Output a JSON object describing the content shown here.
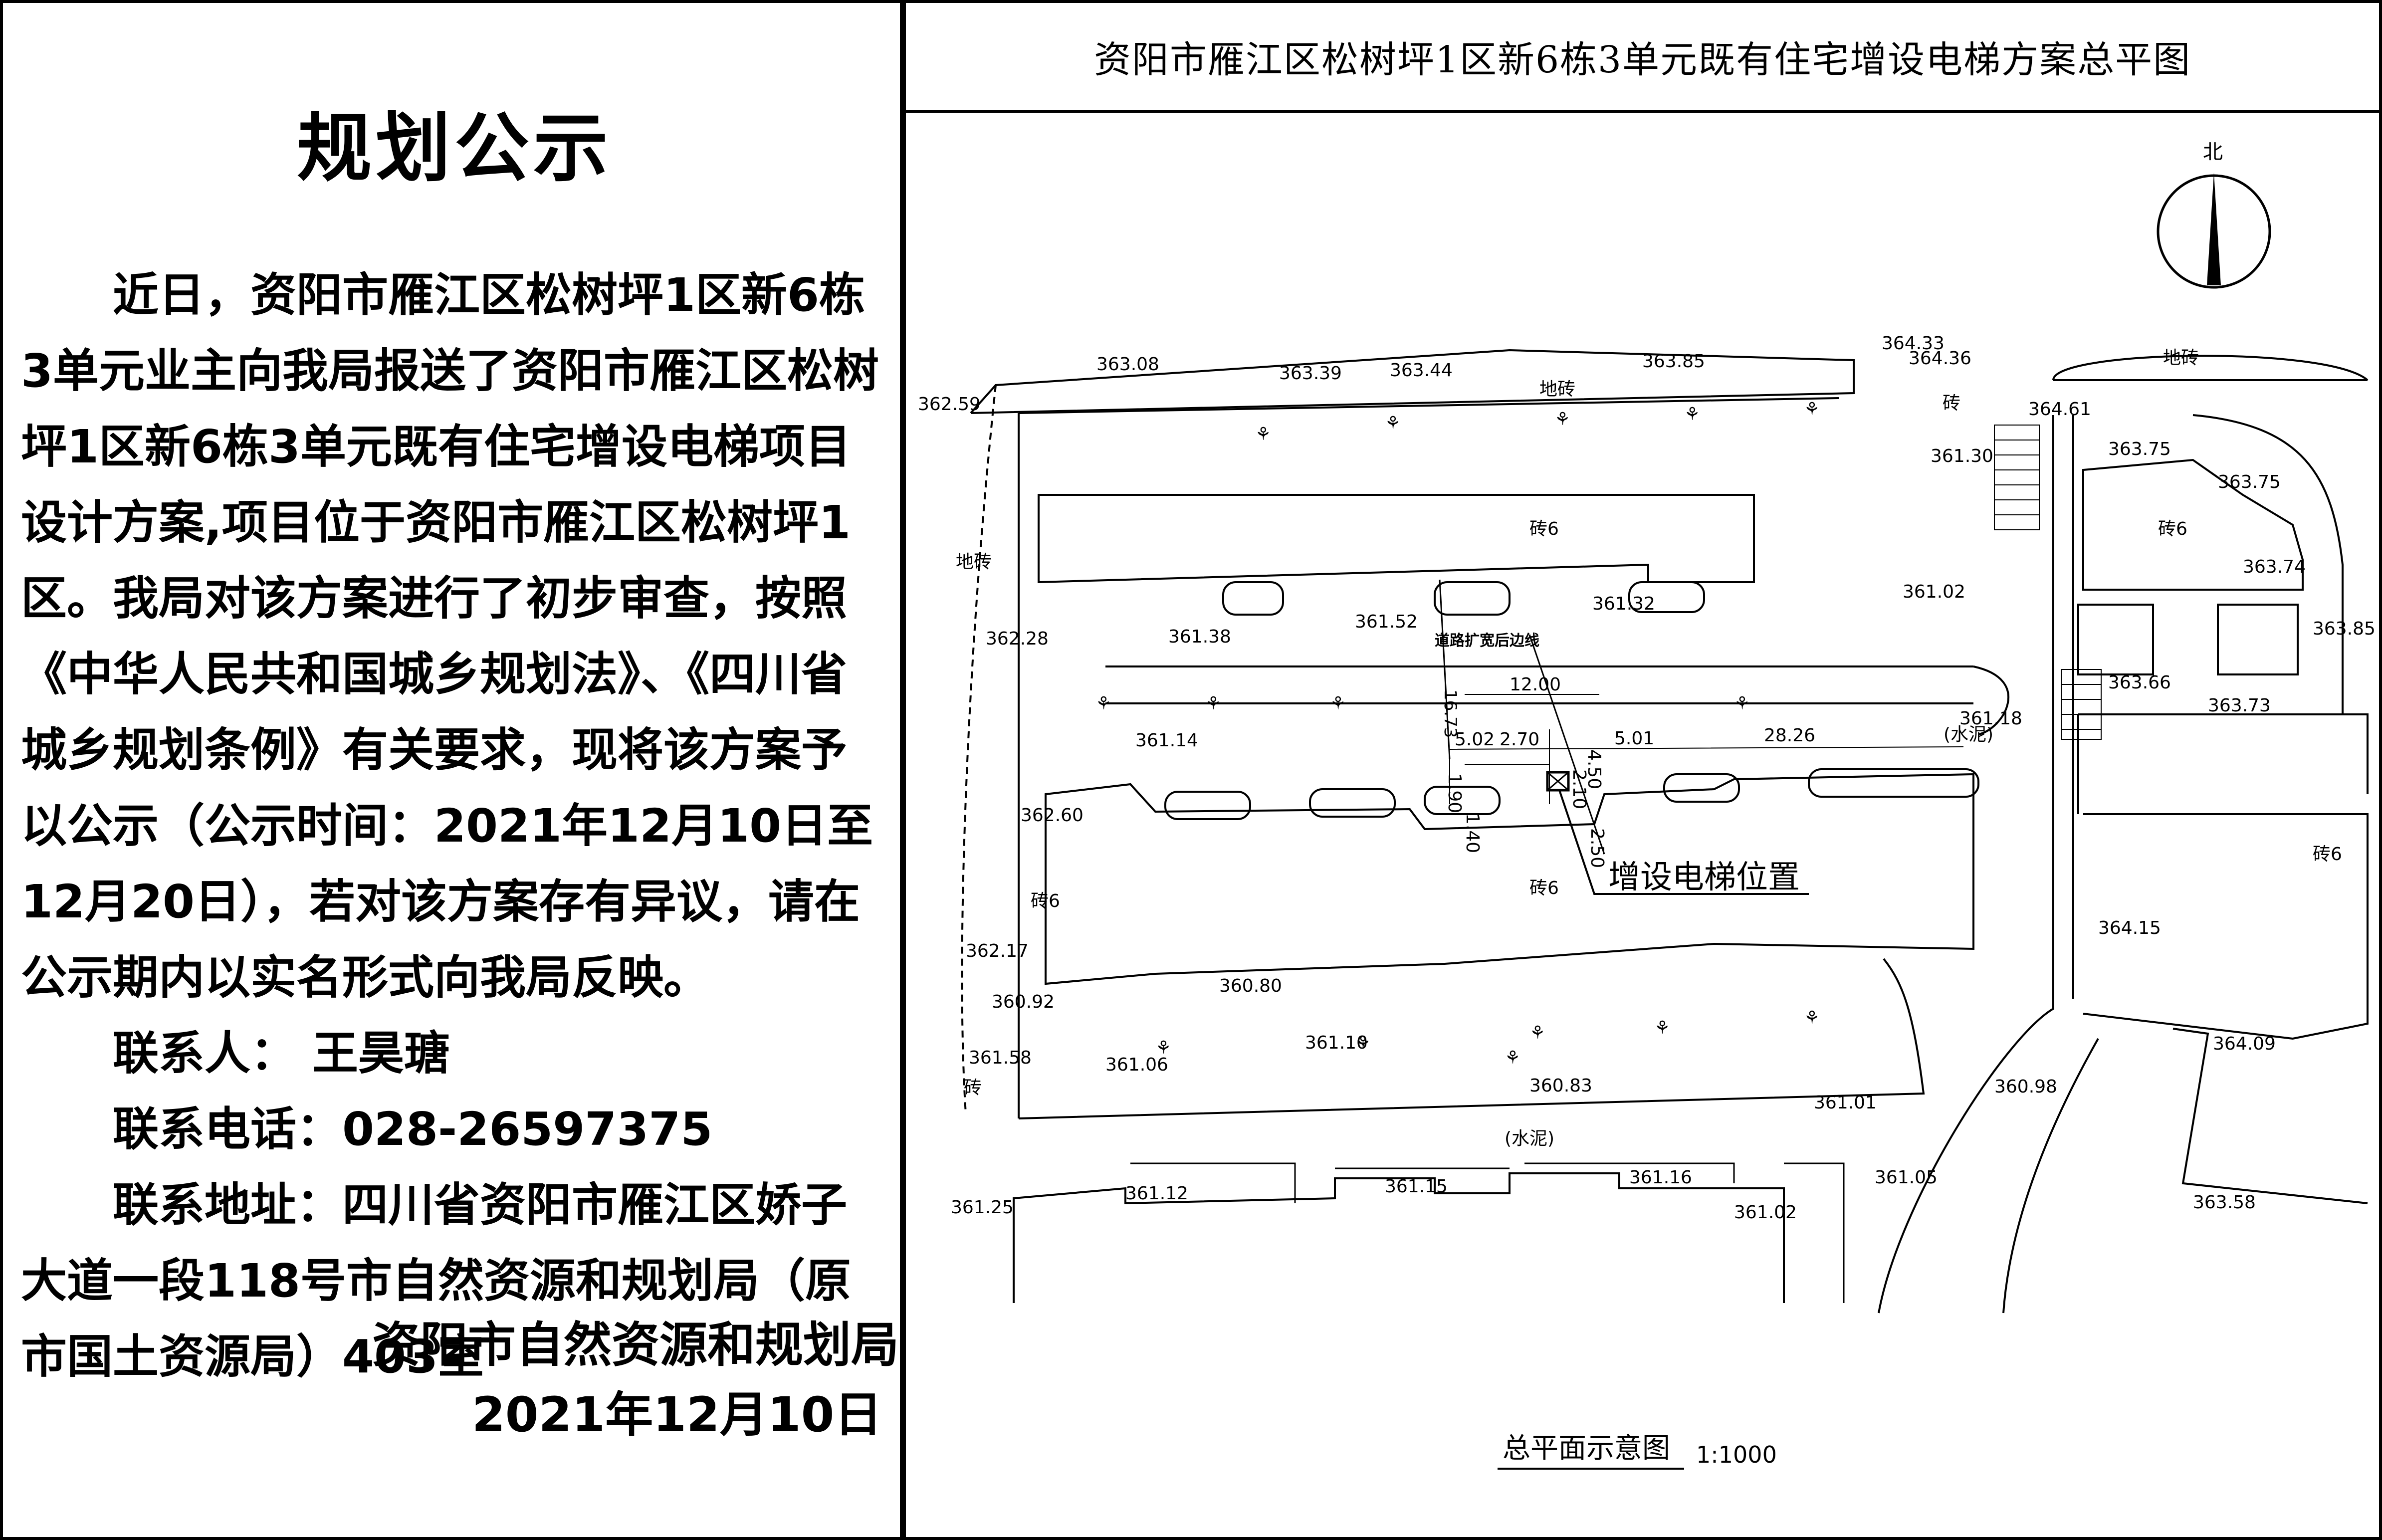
{
  "notice": {
    "heading": "规划公示",
    "paragraph": "近日，资阳市雁江区松树坪1区新6栋3单元业主向我局报送了资阳市雁江区松树坪1区新6栋3单元既有住宅增设电梯项目设计方案,项目位于资阳市雁江区松树坪1区。我局对该方案进行了初步审查，按照《中华人民共和国城乡规划法》、《四川省城乡规划条例》有关要求，现将该方案予以公示（公示时间：2021年12月10日至12月20日），若对该方案存有异议，请在公示期内以实名形式向我局反映。",
    "contact_person": "联系人：  王昊瑭",
    "contact_phone": "联系电话：028-26597375",
    "contact_address": "联系地址：四川省资阳市雁江区娇子大道一段118号市自然资源和规划局（原市国土资源局）403室",
    "signature_org": "资阳市自然资源和规划局",
    "signature_date": "2021年12月10日"
  },
  "plan": {
    "title": "资阳市雁江区松树坪1区新6栋3单元既有住宅增设电梯方案总平图",
    "north": "北",
    "caption": "总平面示意图",
    "scale": "1:1000",
    "elevator_label": "增设电梯位置",
    "road_label": "道路扩宽后边线",
    "building_label": "砖6",
    "paving_label": "地砖",
    "brick_label": "砖",
    "cement_label": "(水泥)",
    "dimensions": {
      "d1673": "16.73",
      "d1200": "12.00",
      "d502": "5.02",
      "d270": "2.70",
      "d450": "4.50",
      "d501": "5.01",
      "d2826": "28.26",
      "d190": "1.90",
      "d210": "2.10",
      "d140": "1.40",
      "d250": "2.50"
    },
    "elevations": {
      "e36259": "362.59",
      "e36308": "363.08",
      "e36339": "363.39",
      "e36344": "363.44",
      "e36385": "363.85",
      "e36433": "364.33",
      "e36436": "364.36",
      "e36461": "364.61",
      "e36130": "361.30",
      "e36375a": "363.75",
      "e36375b": "363.75",
      "e36374": "363.74",
      "e36385b": "363.85",
      "e36366": "363.66",
      "e36373": "363.73",
      "e36228": "362.28",
      "e36138": "361.38",
      "e36152": "361.52",
      "e36132": "361.32",
      "e36102a": "361.02",
      "e36118": "361.18",
      "e36114": "361.14",
      "e36260": "362.60",
      "e36217": "362.17",
      "e36092": "360.92",
      "e36080": "360.80",
      "e36158": "361.58",
      "e36106": "361.06",
      "e36110": "361.10",
      "e36083": "360.83",
      "e36101": "361.01",
      "e36098": "360.98",
      "e36415": "364.15",
      "e36409": "364.09",
      "e36358": "363.58",
      "e36112": "361.12",
      "e36115": "361.15",
      "e36116": "361.16",
      "e36102b": "361.02",
      "e36105": "361.05",
      "e36125": "361.25"
    }
  }
}
